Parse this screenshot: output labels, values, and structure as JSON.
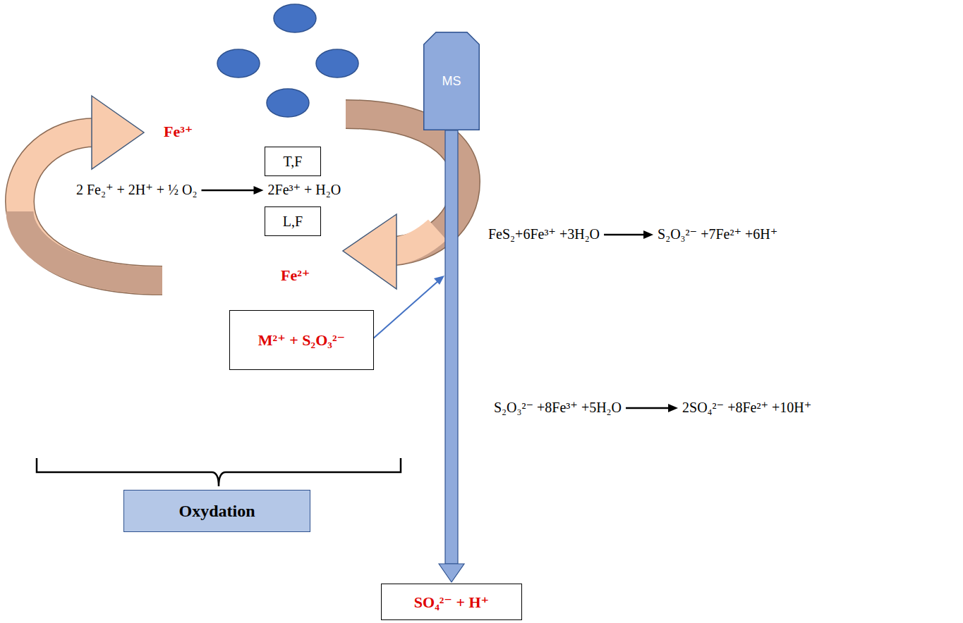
{
  "diagram": {
    "nodes": [
      {
        "text": [
          "MS"
        ]
      },
      {
        "text": [
          "T,F"
        ]
      },
      {
        "text": [
          "L,F"
        ]
      },
      {
        "text": [
          "M²⁺ + S₂O₃²⁻"
        ]
      },
      {
        "text": [
          "Oxydation"
        ]
      },
      {
        "text": [
          "SO₄²⁻ + H⁺"
        ]
      }
    ],
    "edges": [
      {
        "from": 0,
        "to": 5,
        "arrow": "to"
      }
    ],
    "labels": [
      "Fe³⁺",
      "Fe²⁺",
      "2 Fe₂⁺ + 2H⁺ + ½ O₂",
      "2Fe³⁺ + H₂O",
      "FeS₂+6Fe³⁺ +3H₂O",
      "S₂O₃²⁻ +7Fe²⁺ +6H⁺",
      "S₂O₃²⁻ +8Fe³⁺ +5H₂O",
      "2SO₄²⁻ +8Fe²⁺ +10H⁺"
    ]
  }
}
